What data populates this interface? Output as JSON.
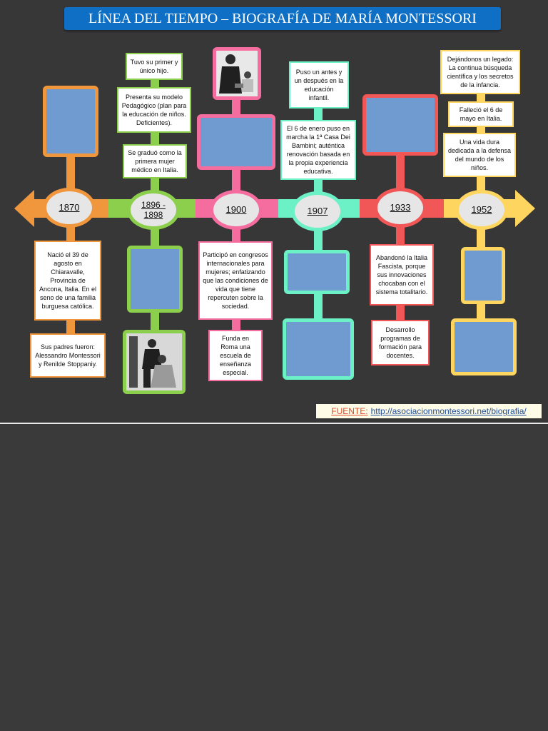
{
  "title": "LÍNEA DEL TIEMPO – BIOGRAFÍA DE MARÍA MONTESSORI",
  "colors": {
    "orange": "#f0963c",
    "green": "#8ccf4d",
    "pink": "#f56c9e",
    "mint": "#6cf0c5",
    "red": "#f25757",
    "yellow": "#fed55e",
    "image_placeholder": "#6f9bd1",
    "title_bar": "#0e6fc4"
  },
  "milestones": [
    {
      "year": "1870",
      "above": [],
      "below": [
        "Nació el 39 de agosto en Chiaravalle, Provincia de Ancona, Italia. En el seno de una familia burguesa católica.",
        "Sus padres fueron: Alessandro Montessori y Renilde Stoppaniy."
      ]
    },
    {
      "year": "1896 - 1898",
      "above": [
        "Tuvo su primer y único hijo.",
        "Presenta su modelo Pedagógico (plan para la educación de niños. Deficientes).",
        "Se graduó como la primera mujer médico en Italia."
      ],
      "below": []
    },
    {
      "year": "1900",
      "above": [],
      "below": [
        "Participó en congresos internacionales para mujeres; enfatizando que las condiciones de vida que tiene repercuten sobre la sociedad.",
        "Funda en Roma una escuela de enseñanza especial."
      ]
    },
    {
      "year": "1907",
      "above": [
        "Puso un antes y un después en la educación infantil.",
        "El 6 de enero puso en marcha la 1ª Casa Dei Bambini; auténtica renovación basada en la propia experiencia educativa."
      ],
      "below": []
    },
    {
      "year": "1933",
      "above": [],
      "below": [
        "Abandonó la Italia Fascista, porque sus innovaciones chocaban con el sistema totalitario.",
        "Desarrollo programas de formación para docentes."
      ]
    },
    {
      "year": "1952",
      "above": [
        "Dejándonos un legado: La continua búsqueda científica y los secretos de la infancia.",
        "Falleció el 6 de mayo en Italia.",
        "Una vida dura dedicada a la defensa del mundo de los niños."
      ],
      "below": []
    }
  ],
  "source": {
    "label": "FUENTE:",
    "url": "http://asociacionmontessori.net/biografia/"
  }
}
